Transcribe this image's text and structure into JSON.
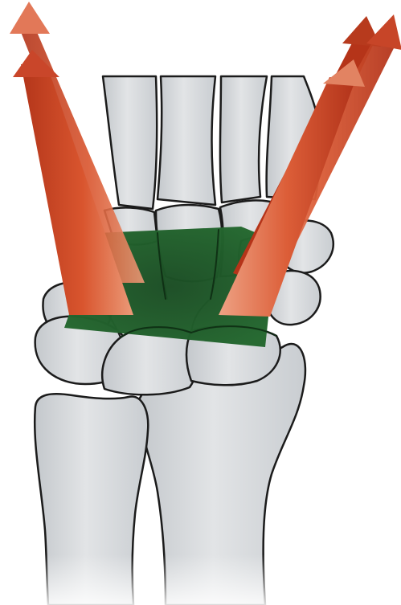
{
  "figure": {
    "subject": "dorsal-wrist-skeleton",
    "colors": {
      "background": "#ffffff",
      "bone_fill": "#d9dcdf",
      "bone_shadow": "#bfc3c7",
      "bone_outline": "#1b1b1b",
      "plane": "#1f5a2a",
      "plane_dark": "#164420",
      "arrow": "#c0401f",
      "arrow_light": "#e88866",
      "arrow_head": "#b7381b"
    },
    "icons": [
      "radius-bone",
      "ulna-bone",
      "carpal-bones",
      "metacarpal-bones",
      "carpal-plane",
      "force-arrow"
    ]
  }
}
